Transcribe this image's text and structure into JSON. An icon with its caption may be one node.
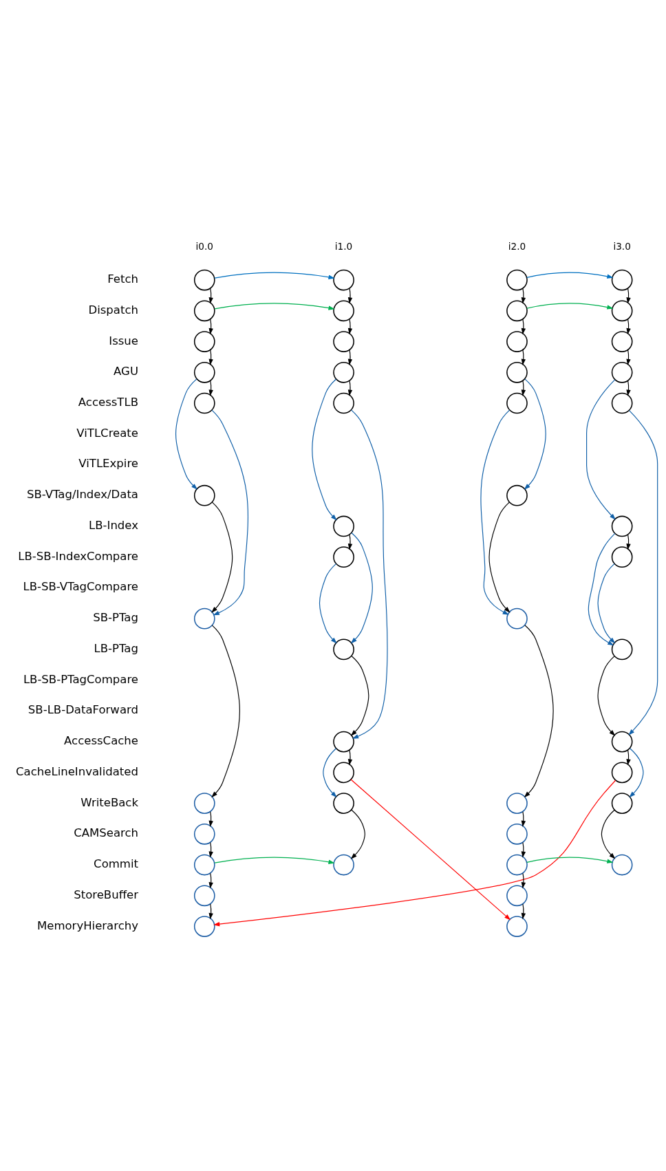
{
  "diagram": {
    "nodes": [
      {
        "text": [],
        "shape": "circle"
      },
      {
        "text": [],
        "shape": "circle"
      },
      {
        "text": [],
        "shape": "circle"
      },
      {
        "text": [],
        "shape": "circle"
      },
      {
        "text": [],
        "shape": "circle"
      },
      {
        "text": [],
        "shape": "circle"
      },
      {
        "text": [],
        "shape": "circle"
      },
      {
        "text": [],
        "shape": "circle"
      },
      {
        "text": [],
        "shape": "circle"
      },
      {
        "text": [],
        "shape": "circle"
      },
      {
        "text": [],
        "shape": "circle"
      },
      {
        "text": [],
        "shape": "circle"
      },
      {
        "text": [],
        "shape": "circle"
      },
      {
        "text": [],
        "shape": "circle"
      },
      {
        "text": [],
        "shape": "circle"
      },
      {
        "text": [],
        "shape": "circle"
      },
      {
        "text": [],
        "shape": "circle"
      },
      {
        "text": [],
        "shape": "circle"
      },
      {
        "text": [],
        "shape": "circle"
      },
      {
        "text": [],
        "shape": "circle"
      },
      {
        "text": [],
        "shape": "circle"
      },
      {
        "text": [],
        "shape": "circle"
      },
      {
        "text": [],
        "shape": "circle"
      },
      {
        "text": [],
        "shape": "circle"
      },
      {
        "text": [],
        "shape": "circle"
      },
      {
        "text": [],
        "shape": "circle"
      },
      {
        "text": [],
        "shape": "circle"
      },
      {
        "text": [],
        "shape": "circle"
      },
      {
        "text": [],
        "shape": "circle"
      },
      {
        "text": [],
        "shape": "circle"
      },
      {
        "text": [],
        "shape": "circle"
      },
      {
        "text": [],
        "shape": "circle"
      },
      {
        "text": [],
        "shape": "circle"
      },
      {
        "text": [],
        "shape": "circle"
      },
      {
        "text": [],
        "shape": "circle"
      },
      {
        "text": [],
        "shape": "circle"
      },
      {
        "text": [],
        "shape": "circle"
      },
      {
        "text": [],
        "shape": "circle"
      },
      {
        "text": [],
        "shape": "circle"
      },
      {
        "text": [],
        "shape": "circle"
      },
      {
        "text": [],
        "shape": "circle"
      },
      {
        "text": [],
        "shape": "circle"
      },
      {
        "text": [],
        "shape": "circle"
      },
      {
        "text": [],
        "shape": "circle"
      },
      {
        "text": [],
        "shape": "circle"
      },
      {
        "text": [],
        "shape": "circle"
      },
      {
        "text": [],
        "shape": "circle"
      },
      {
        "text": [],
        "shape": "circle"
      }
    ],
    "edges": [
      {
        "from": 0,
        "to": 1,
        "arrow": "to",
        "color": "#0070c0"
      },
      {
        "from": 2,
        "to": 3,
        "arrow": "to",
        "color": "#0070c0"
      },
      {
        "from": 4,
        "to": 5,
        "arrow": "to",
        "color": "#00b050"
      },
      {
        "from": 6,
        "to": 7,
        "arrow": "to",
        "color": "#00b050"
      },
      {
        "from": 0,
        "to": 4,
        "arrow": "to"
      },
      {
        "from": 4,
        "to": 8,
        "arrow": "to"
      },
      {
        "from": 8,
        "to": 12,
        "arrow": "to"
      },
      {
        "from": 12,
        "to": 16,
        "arrow": "to"
      },
      {
        "from": 1,
        "to": 5,
        "arrow": "to"
      },
      {
        "from": 5,
        "to": 9,
        "arrow": "to"
      },
      {
        "from": 9,
        "to": 13,
        "arrow": "to"
      },
      {
        "from": 13,
        "to": 17,
        "arrow": "to"
      },
      {
        "from": 2,
        "to": 6,
        "arrow": "to"
      },
      {
        "from": 6,
        "to": 10,
        "arrow": "to"
      },
      {
        "from": 10,
        "to": 14,
        "arrow": "to"
      },
      {
        "from": 14,
        "to": 18,
        "arrow": "to"
      },
      {
        "from": 3,
        "to": 7,
        "arrow": "to"
      },
      {
        "from": 7,
        "to": 11,
        "arrow": "to"
      },
      {
        "from": 11,
        "to": 15,
        "arrow": "to"
      },
      {
        "from": 15,
        "to": 19,
        "arrow": "to"
      },
      {
        "from": 12,
        "to": 20,
        "arrow": "to",
        "color": "#0f5fa8"
      },
      {
        "from": 16,
        "to": 26,
        "arrow": "to",
        "color": "#0f5fa8"
      },
      {
        "from": 20,
        "to": 26,
        "arrow": "to"
      },
      {
        "from": 26,
        "to": 34,
        "arrow": "to"
      },
      {
        "from": 34,
        "to": 38,
        "arrow": "to"
      },
      {
        "from": 38,
        "to": 40,
        "arrow": "to"
      },
      {
        "from": 40,
        "to": 44,
        "arrow": "to"
      },
      {
        "from": 44,
        "to": 46,
        "arrow": "to"
      },
      {
        "from": 14,
        "to": 21,
        "arrow": "to",
        "color": "#0f5fa8"
      },
      {
        "from": 18,
        "to": 27,
        "arrow": "to",
        "color": "#0f5fa8"
      },
      {
        "from": 21,
        "to": 27,
        "arrow": "to"
      },
      {
        "from": 27,
        "to": 36,
        "arrow": "to"
      },
      {
        "from": 36,
        "to": 39,
        "arrow": "to"
      },
      {
        "from": 39,
        "to": 42,
        "arrow": "to"
      },
      {
        "from": 42,
        "to": 45,
        "arrow": "to"
      },
      {
        "from": 45,
        "to": 47,
        "arrow": "to"
      },
      {
        "from": 13,
        "to": 22,
        "arrow": "to",
        "color": "#0f5fa8"
      },
      {
        "from": 17,
        "to": 30,
        "arrow": "to",
        "color": "#0f5fa8"
      },
      {
        "from": 22,
        "to": 24,
        "arrow": "to"
      },
      {
        "from": 22,
        "to": 28,
        "arrow": "to",
        "color": "#0f5fa8"
      },
      {
        "from": 24,
        "to": 28,
        "arrow": "to",
        "color": "#0f5fa8"
      },
      {
        "from": 28,
        "to": 30,
        "arrow": "to"
      },
      {
        "from": 30,
        "to": 32,
        "arrow": "to"
      },
      {
        "from": 30,
        "to": 35,
        "arrow": "to",
        "color": "#0f5fa8"
      },
      {
        "from": 35,
        "to": 41,
        "arrow": "to"
      },
      {
        "from": 15,
        "to": 23,
        "arrow": "to",
        "color": "#0f5fa8"
      },
      {
        "from": 19,
        "to": 31,
        "arrow": "to",
        "color": "#0f5fa8"
      },
      {
        "from": 23,
        "to": 25,
        "arrow": "to"
      },
      {
        "from": 23,
        "to": 29,
        "arrow": "to",
        "color": "#0f5fa8"
      },
      {
        "from": 25,
        "to": 29,
        "arrow": "to",
        "color": "#0f5fa8"
      },
      {
        "from": 29,
        "to": 31,
        "arrow": "to"
      },
      {
        "from": 31,
        "to": 33,
        "arrow": "to"
      },
      {
        "from": 31,
        "to": 37,
        "arrow": "to",
        "color": "#0f5fa8"
      },
      {
        "from": 37,
        "to": 43,
        "arrow": "to"
      },
      {
        "from": 40,
        "to": 41,
        "arrow": "to",
        "color": "#00b050"
      },
      {
        "from": 42,
        "to": 43,
        "arrow": "to",
        "color": "#00b050"
      },
      {
        "from": 32,
        "to": 47,
        "arrow": "to",
        "color": "#ff0000"
      },
      {
        "from": 33,
        "to": 46,
        "arrow": "to",
        "color": "#ff0000"
      }
    ],
    "labels": [
      "i0.0",
      "i1.0",
      "i2.0",
      "i3.0",
      "Fetch",
      "Dispatch",
      "Issue",
      "AGU",
      "AccessTLB",
      "ViTLCreate",
      "ViTLExpire",
      "SB-VTag/Index/Data",
      "LB-Index",
      "LB-SB-IndexCompare",
      "LB-SB-VTagCompare",
      "SB-PTag",
      "LB-PTag",
      "LB-SB-PTagCompare",
      "SB-LB-DataForward",
      "AccessCache",
      "CacheLineInvalidated",
      "WriteBack",
      "CAMSearch",
      "Commit",
      "StoreBuffer",
      "MemoryHierarchy"
    ]
  }
}
